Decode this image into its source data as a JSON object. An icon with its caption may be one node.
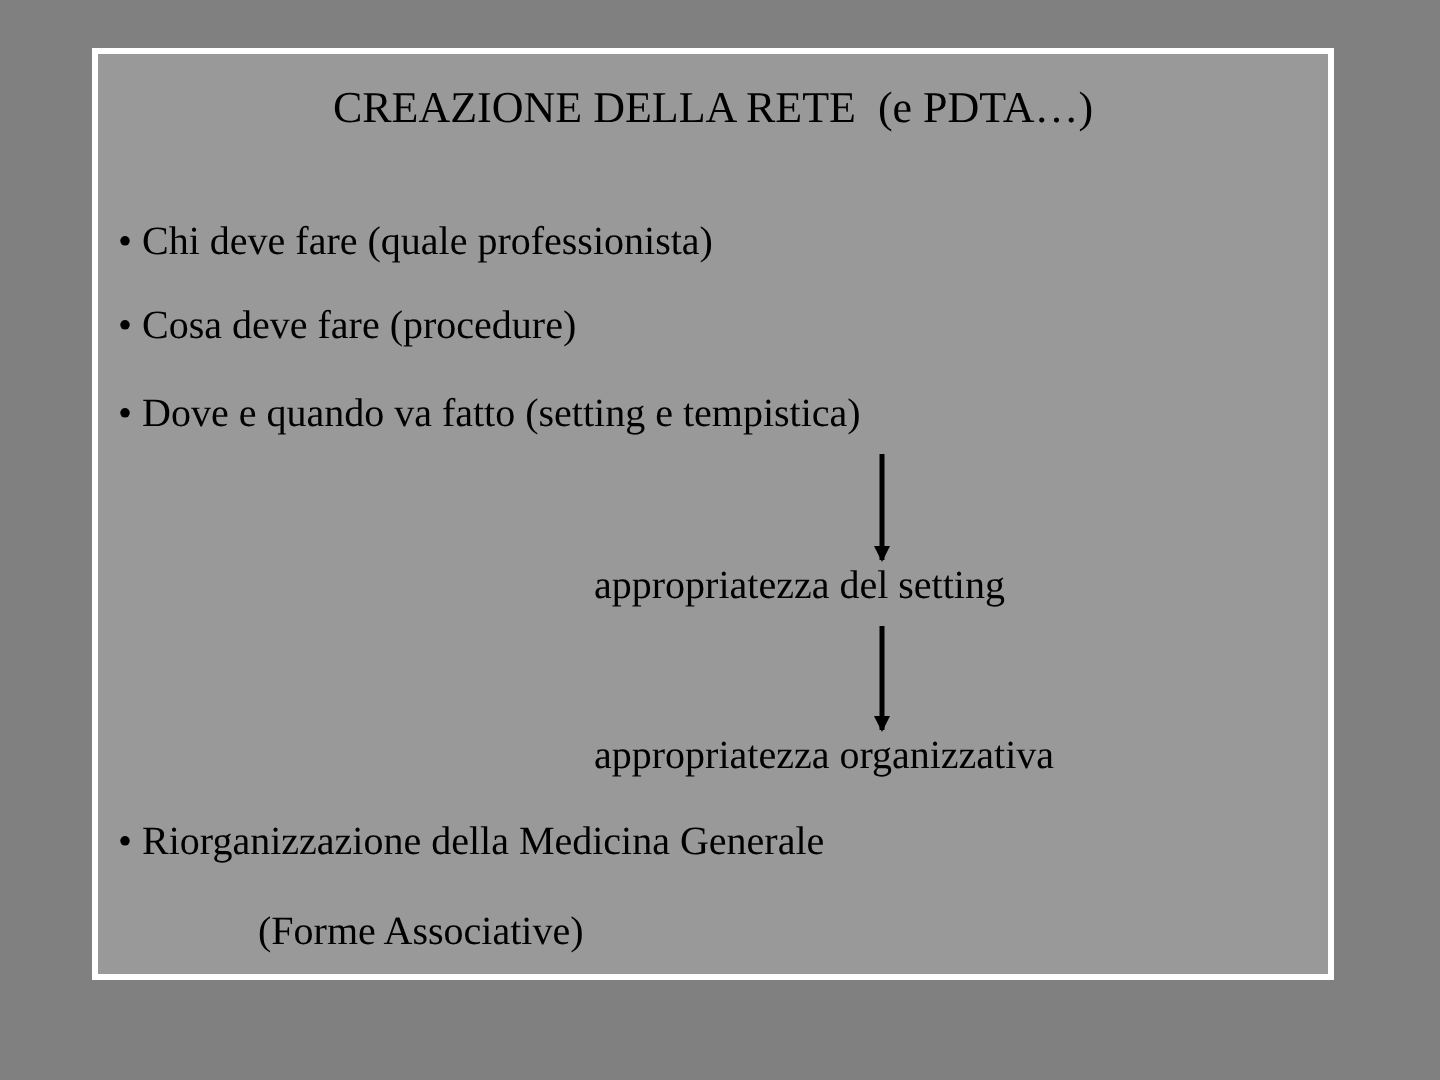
{
  "diagram": {
    "title": "CREAZIONE DELLA RETE  (e PDTA…)",
    "nodes": [
      {
        "text": [
          "• Dove e quando va fatto (setting e tempistica)"
        ]
      },
      {
        "text": [
          "appropriatezza del setting"
        ]
      },
      {
        "text": [
          "appropriatezza organizzativa"
        ]
      }
    ],
    "edges": [
      {
        "from": 0,
        "to": 1,
        "arrow": "to"
      },
      {
        "from": 1,
        "to": 2,
        "arrow": "to"
      }
    ],
    "labels": [
      "• Chi deve fare (quale professionista)",
      "• Cosa deve fare (procedure)",
      "• Riorganizzazione della Medicina Generale",
      "(Forme Associative)"
    ]
  }
}
